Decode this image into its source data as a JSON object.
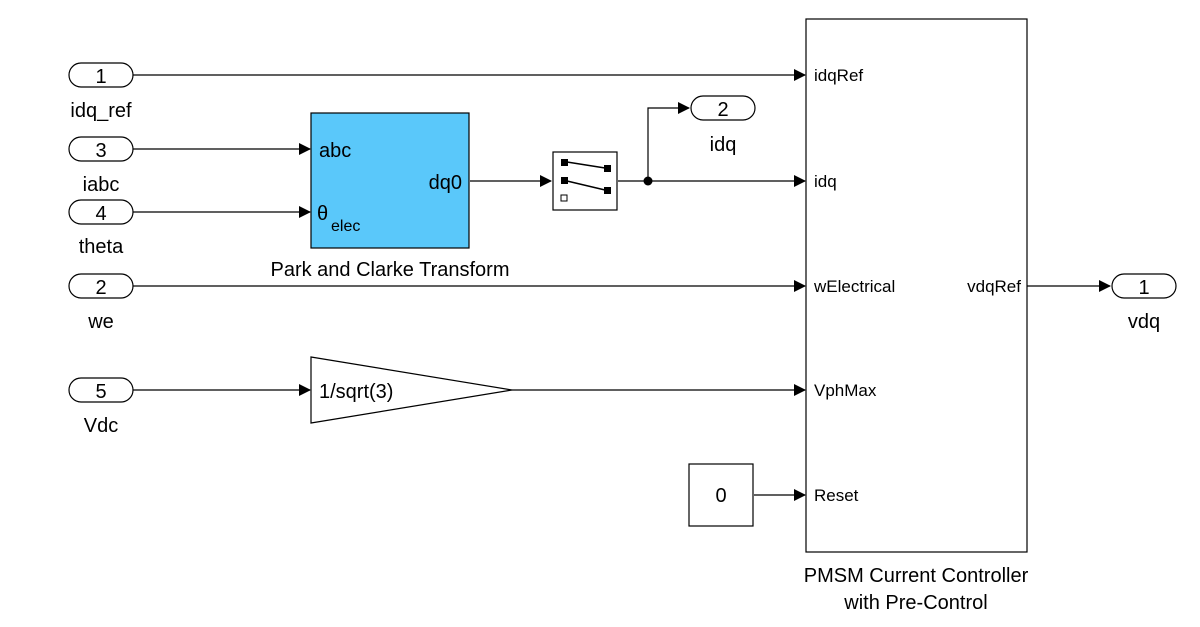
{
  "inports": [
    {
      "number": "1",
      "name": "idq_ref"
    },
    {
      "number": "3",
      "name": "iabc"
    },
    {
      "number": "4",
      "name": "theta"
    },
    {
      "number": "2",
      "name": "we"
    },
    {
      "number": "5",
      "name": "Vdc"
    }
  ],
  "outports": [
    {
      "number": "2",
      "name": "idq"
    },
    {
      "number": "1",
      "name": "vdq"
    }
  ],
  "park_block": {
    "name": "Park and Clarke Transform",
    "port_abc": "abc",
    "port_theta": "θ",
    "port_theta_sub": "elec",
    "port_dq0": "dq0",
    "fill_color": "#5ac8fa"
  },
  "gain_block": {
    "value": "1/sqrt(3)"
  },
  "constant_block": {
    "value": "0"
  },
  "controller_block": {
    "name_line1": "PMSM Current Controller",
    "name_line2": "with Pre-Control",
    "inputs": [
      "idqRef",
      "idq",
      "wElectrical",
      "VphMax",
      "Reset"
    ],
    "output": "vdqRef"
  }
}
